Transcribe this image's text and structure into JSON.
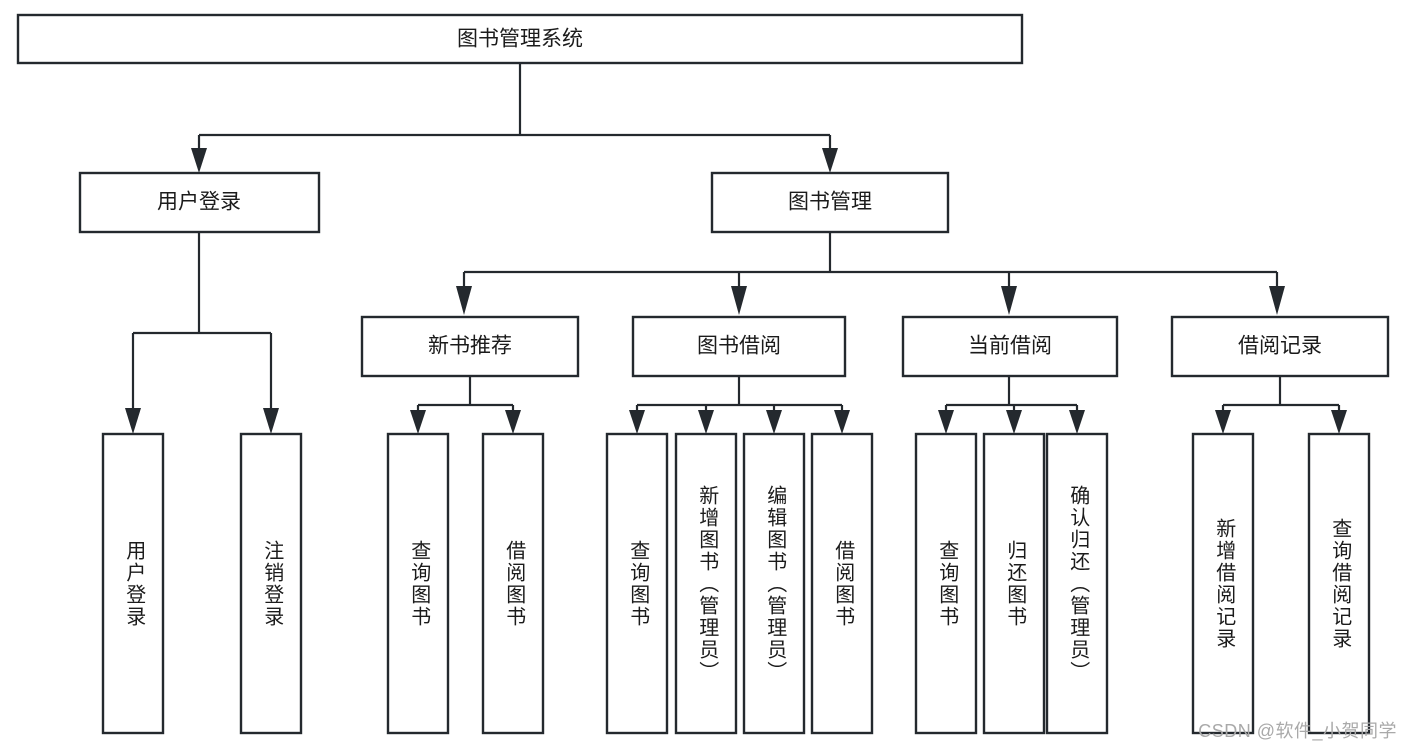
{
  "diagram": {
    "title": "图书管理系统",
    "type": "tree",
    "theme": {
      "background": "#ffffff",
      "box_stroke": "#24292e",
      "box_fill": "#ffffff",
      "text_color": "#1b1b1b",
      "watermark_color": "#a9a9a9"
    },
    "root": {
      "label": "图书管理系统"
    },
    "level2": [
      {
        "label": "用户登录"
      },
      {
        "label": "图书管理"
      }
    ],
    "level3": [
      {
        "label": "新书推荐"
      },
      {
        "label": "图书借阅"
      },
      {
        "label": "当前借阅"
      },
      {
        "label": "借阅记录"
      }
    ],
    "leaves": {
      "user_login": [
        {
          "label": "用户登录"
        },
        {
          "label": "注销登录"
        }
      ],
      "new_book_recommend": [
        {
          "label": "查询图书"
        },
        {
          "label": "借阅图书"
        }
      ],
      "book_borrow": [
        {
          "label": "查询图书"
        },
        {
          "label": "新增图书（管理员）"
        },
        {
          "label": "编辑图书（管理员）"
        },
        {
          "label": "借阅图书"
        }
      ],
      "current_borrow": [
        {
          "label": "查询图书"
        },
        {
          "label": "归还图书"
        },
        {
          "label": "确认归还（管理员）"
        }
      ],
      "borrow_record": [
        {
          "label": "新增借阅记录"
        },
        {
          "label": "查询借阅记录"
        }
      ]
    }
  },
  "watermark": {
    "text": "CSDN @软件_小贺同学"
  }
}
